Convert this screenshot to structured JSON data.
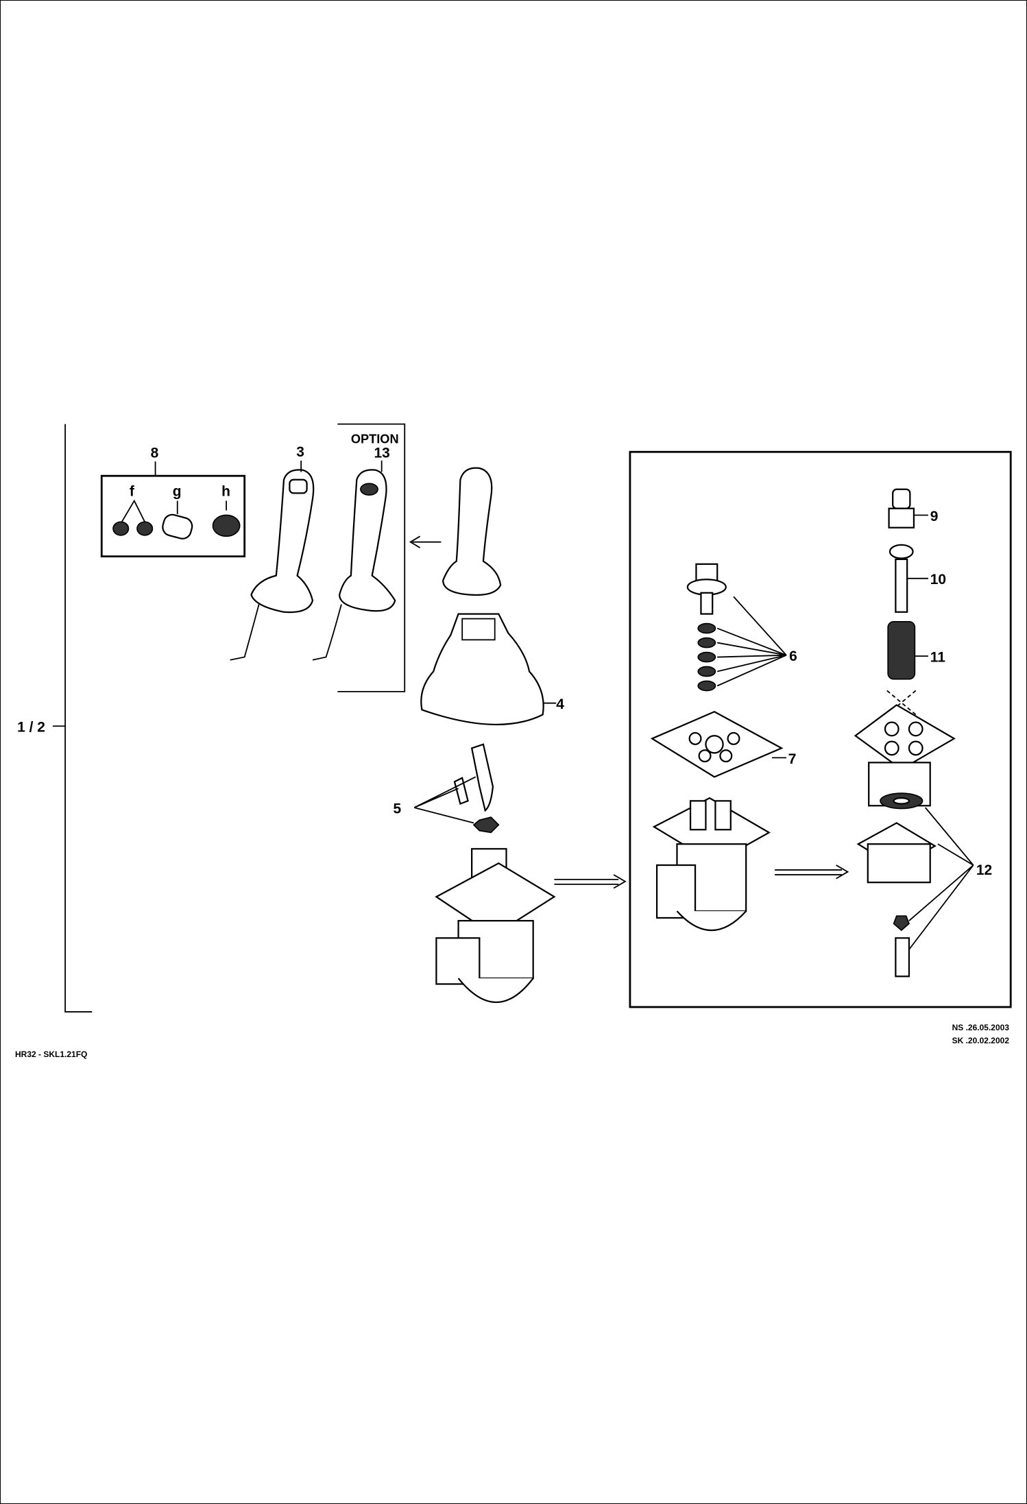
{
  "sheet": {
    "page_ref": "1 / 2",
    "option_label": "OPTION",
    "footer_left": "HR32 - SKL1.21FQ",
    "footer_right_lines": [
      "NS .26.05.2003",
      "SK .20.02.2002"
    ]
  },
  "callouts": {
    "c3": "3",
    "c4": "4",
    "c5": "5",
    "c6": "6",
    "c7": "7",
    "c8": "8",
    "c9": "9",
    "c10": "10",
    "c11": "11",
    "c12": "12",
    "c13": "13",
    "f": "f",
    "g": "g",
    "h": "h"
  }
}
